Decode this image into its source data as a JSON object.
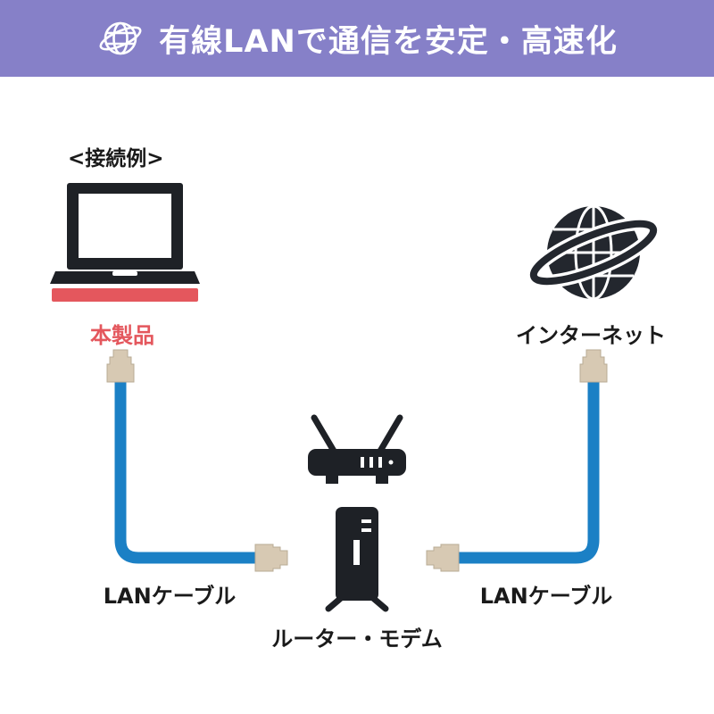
{
  "header": {
    "title": "有線LANで通信を安定・高速化",
    "icon": "globe-icon",
    "bg_color": "#8680C8",
    "text_color": "#FFFFFF"
  },
  "diagram": {
    "example_label": "<接続例>",
    "product": {
      "label": "本製品",
      "label_color": "#E4575D",
      "icon": "laptop-icon"
    },
    "internet": {
      "label": "インターネット",
      "icon": "internet-globe-icon"
    },
    "router_modem": {
      "label": "ルーター・モデム",
      "icons": [
        "wifi-router-icon",
        "modem-tower-icon"
      ]
    },
    "cables": {
      "left_label": "LANケーブル",
      "right_label": "LANケーブル",
      "cable_color": "#1B80C5",
      "connector_color": "#D7C9B3",
      "connector_icon": "rj45-connector-icon"
    },
    "colors": {
      "device_black": "#1E2126",
      "screen_white": "#FFFFFF"
    }
  }
}
